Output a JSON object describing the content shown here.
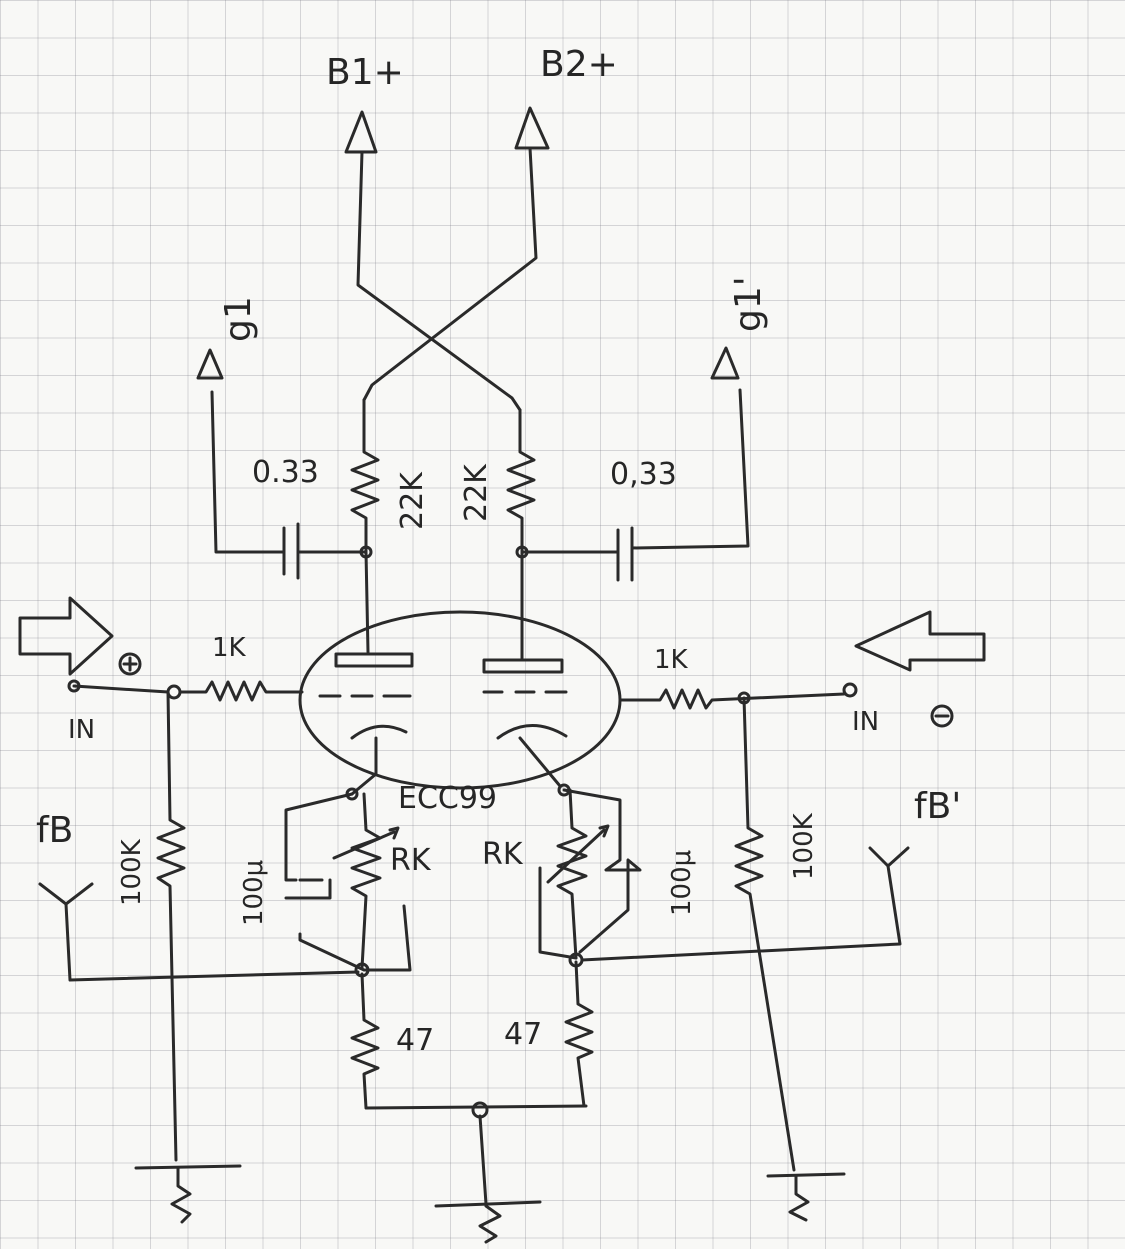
{
  "labels": {
    "b1": "B1+",
    "b2": "B2+",
    "g1": "g1",
    "g1p": "g1'",
    "cap_left": "0.33",
    "cap_right": "0,33",
    "plate_left": "22K",
    "plate_right": "22K",
    "grid_left": "1K",
    "grid_right": "1K",
    "in_left": "IN",
    "in_right": "IN",
    "plus": "+",
    "minus": "−",
    "tube": "ECC99",
    "rk_left": "RK",
    "rk_right": "RK",
    "cap_k_left": "100μ",
    "cap_k_right": "100μ",
    "gr_left": "100K",
    "gr_right": "100K",
    "fb_left": "fB",
    "fb_right": "fB'",
    "tail_left": "47",
    "tail_right": "47"
  }
}
